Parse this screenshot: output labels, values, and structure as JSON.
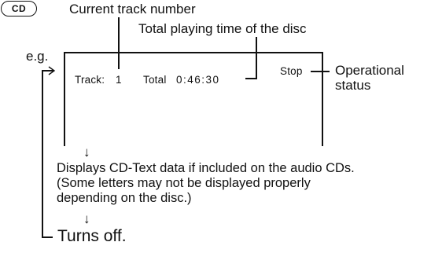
{
  "badge": "CD",
  "callouts": {
    "current_track": "Current track number",
    "total_time": "Total playing time of the disc",
    "operational_status_line1": "Operational",
    "operational_status_line2": "status"
  },
  "example_label": "e.g.",
  "display": {
    "track_label": "Track:",
    "track_value": "1",
    "total_label": "Total",
    "total_value": "0:46:30",
    "status": "Stop"
  },
  "description_lines": [
    "Displays CD-Text data if included on the audio CDs.",
    "(Some letters may not be displayed properly",
    "depending on the disc.)"
  ],
  "final_step": "Turns off.",
  "arrow_glyph": "↓"
}
